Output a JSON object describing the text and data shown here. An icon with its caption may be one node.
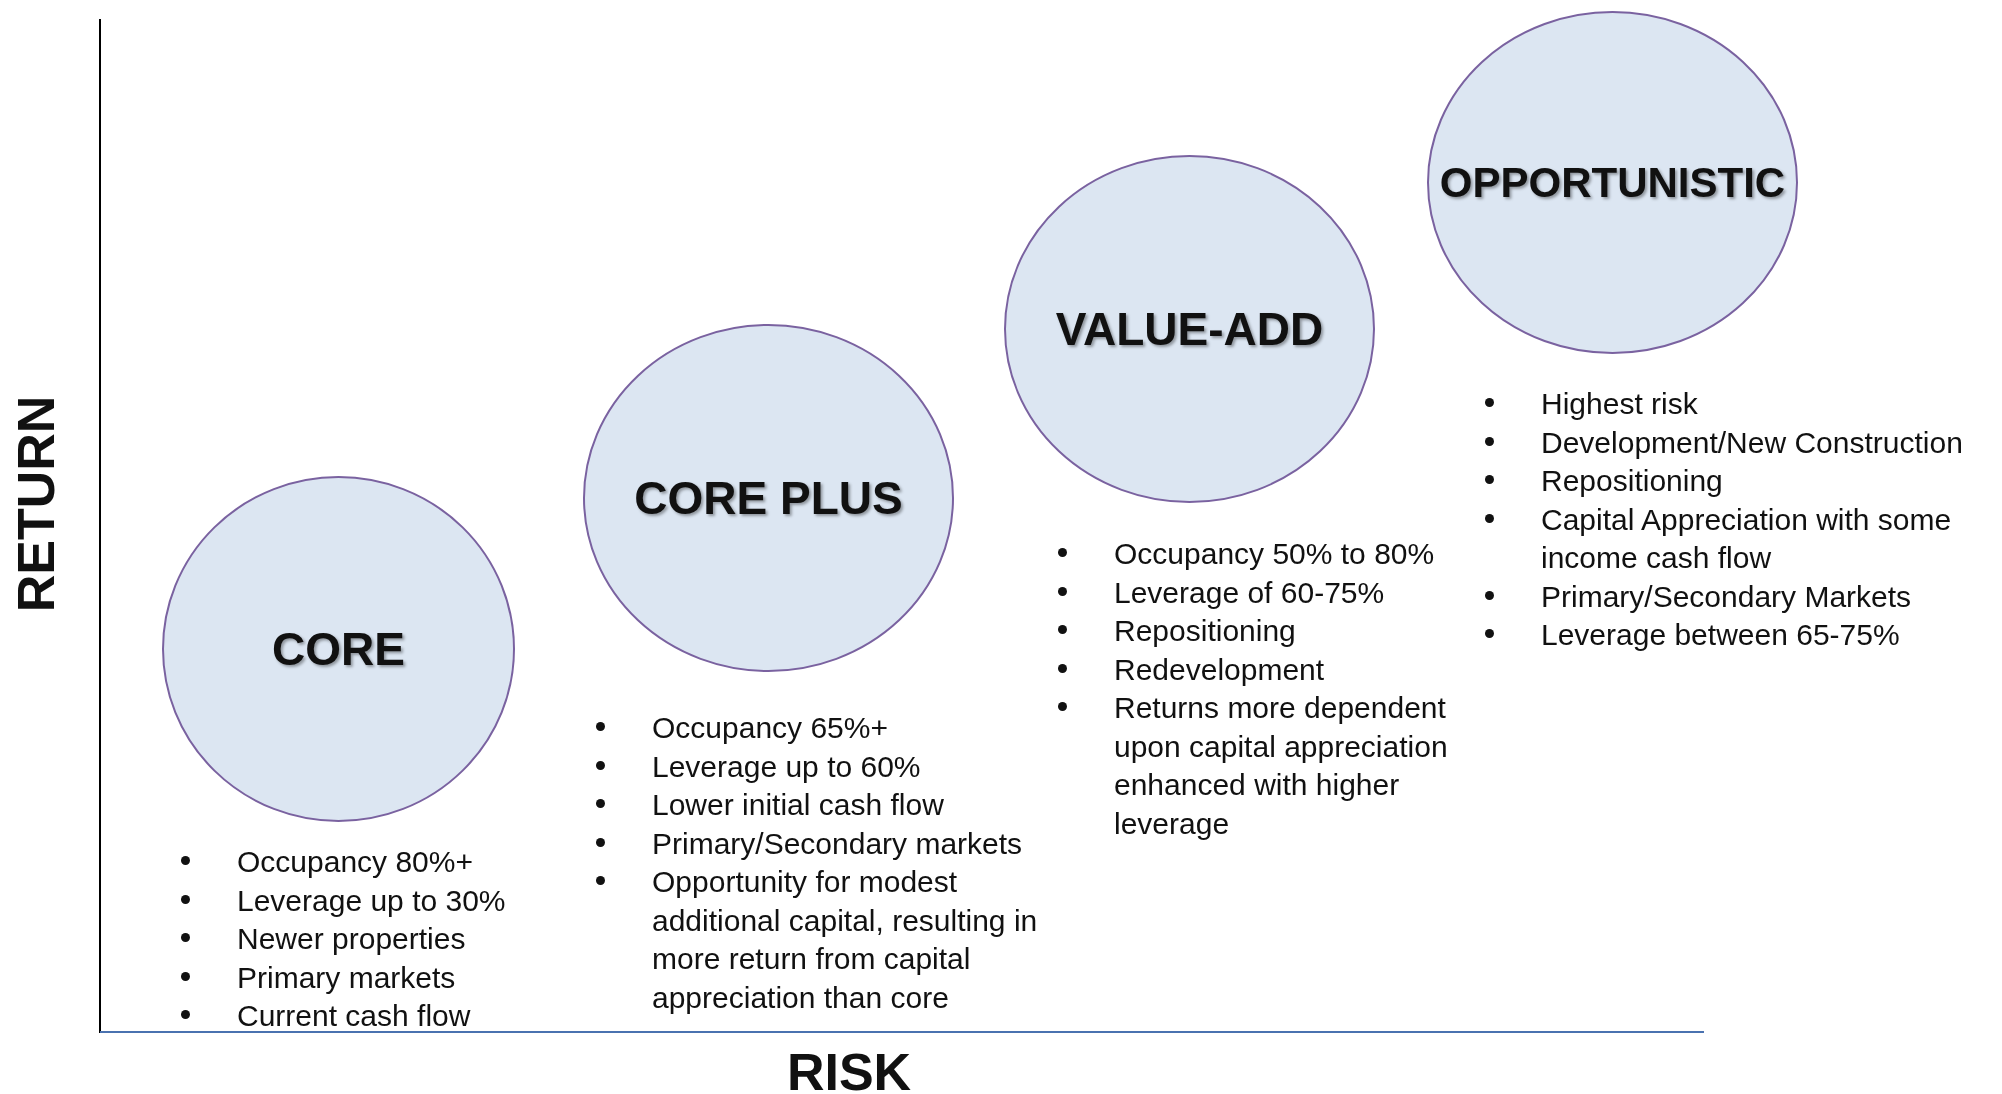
{
  "diagram": {
    "nodes": [
      {
        "text": [
          "CORE"
        ],
        "beside": [
          "Occupancy 80%+",
          "Leverage up to 30%",
          "Newer properties",
          "Primary markets",
          "Current cash flow"
        ]
      },
      {
        "text": [
          "CORE PLUS"
        ],
        "beside": [
          "Occupancy 65%+",
          "Leverage up to 60%",
          "Lower initial cash flow",
          "Primary/Secondary markets",
          "Opportunity for modest additional capital, resulting in more return from capital appreciation than core"
        ]
      },
      {
        "text": [
          "VALUE-ADD"
        ],
        "beside": [
          "Occupancy 50% to 80%",
          "Leverage of 60-75%",
          "Repositioning",
          "Redevelopment",
          "Returns more dependent upon capital appreciation enhanced with higher leverage"
        ]
      },
      {
        "text": [
          "OPPORTUNISTIC"
        ],
        "beside": [
          "Highest risk",
          "Development/New Construction",
          "Repositioning",
          "Capital Appreciation with some income cash flow",
          "Primary/Secondary Markets",
          "Leverage between 65-75%"
        ]
      }
    ],
    "edges": [],
    "labels": [
      "RETURN",
      "RISK"
    ]
  }
}
